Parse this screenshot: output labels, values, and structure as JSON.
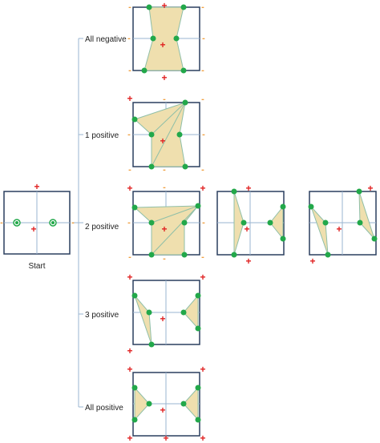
{
  "labels": {
    "start": "Start",
    "all_negative": "All negative",
    "one_positive": "1 positive",
    "two_positive": "2 positive",
    "three_positive": "3 positive",
    "all_positive": "All positive"
  },
  "symbols": {
    "plus": "+",
    "minus": "-"
  },
  "colors": {
    "frame": "#2a3f5f",
    "axis": "#9ab4d0",
    "region_fill": "#efdfae",
    "region_stroke": "#8fbfa8",
    "node": "#22a84a",
    "plus": "#e02020",
    "minus": "#f0a040",
    "connector": "#9ab4d0"
  }
}
